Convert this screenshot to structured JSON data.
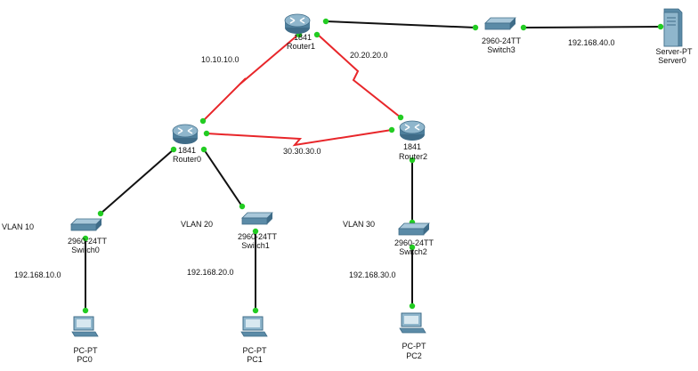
{
  "colors": {
    "wan_link": "#e8262a",
    "lan_link": "#111111",
    "port_up": "#22cc22",
    "device_body": "#5b8ba7"
  },
  "routers": [
    {
      "id": "router1",
      "model": "1841",
      "name": "Router1",
      "icon": "router-icon"
    },
    {
      "id": "router0",
      "model": "1841",
      "name": "Router0",
      "icon": "router-icon"
    },
    {
      "id": "router2",
      "model": "1841",
      "name": "Router2",
      "icon": "router-icon"
    }
  ],
  "switches": [
    {
      "id": "switch3",
      "model": "2960-24TT",
      "name": "Switch3",
      "icon": "switch-icon"
    },
    {
      "id": "switch0",
      "model": "2960-24TT",
      "name": "Switch0",
      "icon": "switch-icon"
    },
    {
      "id": "switch1",
      "model": "2960-24TT",
      "name": "Switch1",
      "icon": "switch-icon"
    },
    {
      "id": "switch2",
      "model": "2960-24TT",
      "name": "Switch2",
      "icon": "switch-icon"
    }
  ],
  "server": {
    "model": "Server-PT",
    "name": "Server0",
    "icon": "server-icon"
  },
  "pcs": [
    {
      "id": "pc0",
      "model": "PC-PT",
      "name": "PC0",
      "icon": "pc-icon"
    },
    {
      "id": "pc1",
      "model": "PC-PT",
      "name": "PC1",
      "icon": "pc-icon"
    },
    {
      "id": "pc2",
      "model": "PC-PT",
      "name": "PC2",
      "icon": "pc-icon"
    }
  ],
  "networks": {
    "r0_r1": "10.10.10.0",
    "r1_r2": "20.20.20.0",
    "r0_r2": "30.30.30.0",
    "server_lan": "192.168.40.0",
    "lan0": "192.168.10.0",
    "lan1": "192.168.20.0",
    "lan2": "192.168.30.0"
  },
  "vlans": [
    "VLAN 10",
    "VLAN 20",
    "VLAN 30"
  ]
}
